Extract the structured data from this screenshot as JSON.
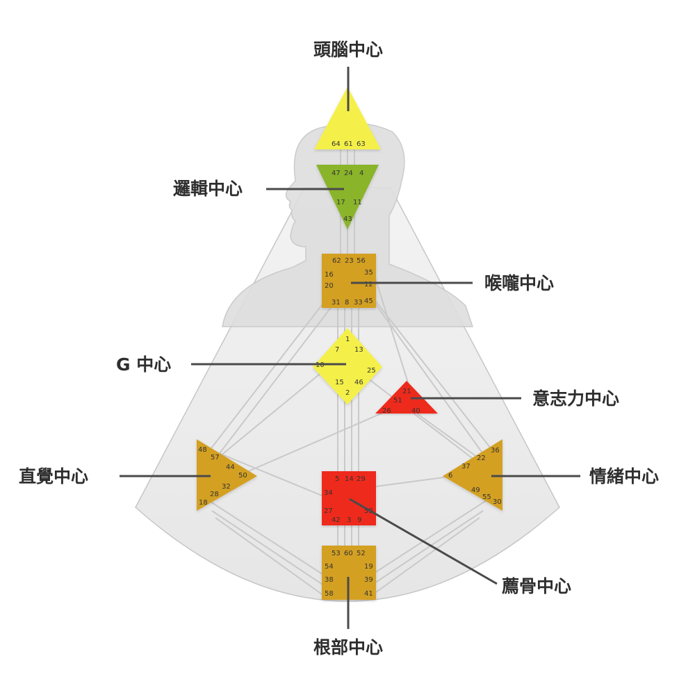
{
  "centers": {
    "head": {
      "label": "頭腦中心",
      "color": "#f4f04a",
      "gates": [
        "64",
        "61",
        "63"
      ]
    },
    "ajna": {
      "label": "邏輯中心",
      "color": "#8ab42c",
      "gates": [
        "47",
        "24",
        "4",
        "17",
        "11",
        "43"
      ]
    },
    "throat": {
      "label": "喉嚨中心",
      "color": "#d4a020",
      "gates": [
        "62",
        "23",
        "56",
        "35",
        "16",
        "12",
        "20",
        "31",
        "8",
        "33",
        "45"
      ]
    },
    "g": {
      "label": "G 中心",
      "color": "#f4f04a",
      "gates": [
        "1",
        "7",
        "13",
        "10",
        "25",
        "15",
        "46",
        "2"
      ]
    },
    "will": {
      "label": "意志力中心",
      "color": "#ee2a1e",
      "gates": [
        "21",
        "51",
        "26",
        "40"
      ]
    },
    "spleen": {
      "label": "直覺中心",
      "color": "#d4a020",
      "gates": [
        "48",
        "57",
        "44",
        "50",
        "32",
        "28",
        "18"
      ]
    },
    "solar": {
      "label": "情緒中心",
      "color": "#d4a020",
      "gates": [
        "36",
        "22",
        "37",
        "6",
        "49",
        "55",
        "30"
      ]
    },
    "sacral": {
      "label": "薦骨中心",
      "color": "#ee2a1e",
      "gates": [
        "5",
        "14",
        "29",
        "34",
        "27",
        "59",
        "42",
        "3",
        "9"
      ]
    },
    "root": {
      "label": "根部中心",
      "color": "#d4a020",
      "gates": [
        "53",
        "60",
        "52",
        "54",
        "19",
        "38",
        "39",
        "58",
        "41"
      ]
    }
  },
  "colors": {
    "background": "#ffffff",
    "body_fill": "#eeeeee",
    "body_outline": "#c6c6c6",
    "channel": "#c9c9c9",
    "leader_line": "#4a4a4a",
    "label_text": "#2e2e2e"
  }
}
